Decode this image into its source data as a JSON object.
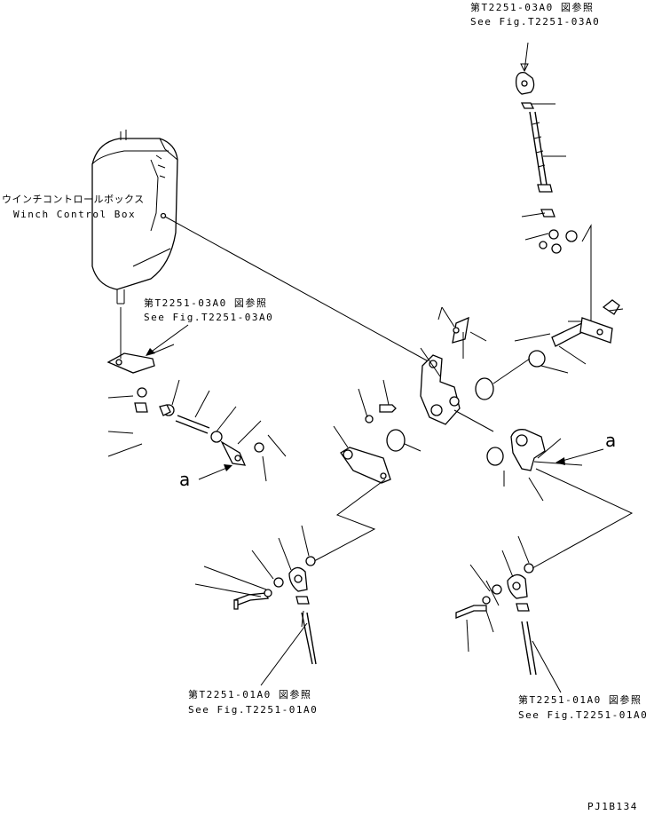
{
  "refs": {
    "top": {
      "jp": "第T2251-03A0 図参照",
      "en": "See Fig.T2251-03A0"
    },
    "left_mid": {
      "jp": "第T2251-03A0 図参照",
      "en": "See Fig.T2251-03A0"
    },
    "bottom_left": {
      "jp": "第T2251-01A0 図参照",
      "en": "See Fig.T2251-01A0"
    },
    "bottom_right": {
      "jp": "第T2251-01A0 図参照",
      "en": "See Fig.T2251-01A0"
    }
  },
  "winch_box": {
    "jp": "ウインチコントロールボックス",
    "en": "Winch Control Box"
  },
  "marker_left": "a",
  "marker_right": "a",
  "drawing_code": "PJ1B134"
}
